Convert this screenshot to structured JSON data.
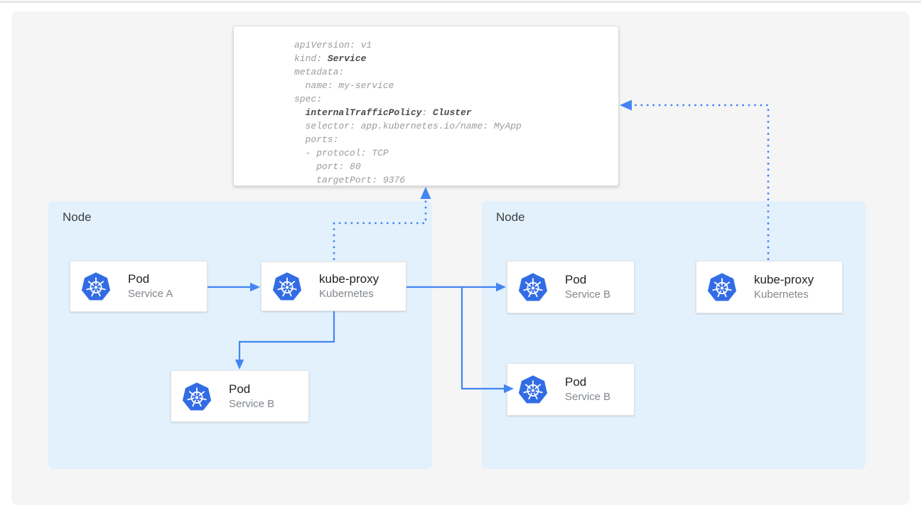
{
  "yaml_card": {
    "l1": "apiVersion: v1",
    "l2_normal": "kind: ",
    "l2_bold": "Service",
    "l3": "metadata:",
    "l4": "  name: my-service",
    "l5": "spec:",
    "l6_indent": "  ",
    "l6_bold_key": "internalTrafficPolicy",
    "l6_sep": ": ",
    "l6_bold_val": "Cluster",
    "l7": "  selector: app.kubernetes.io/name: MyApp",
    "l8": "  ports:",
    "l9": "  - protocol: TCP",
    "l10": "    port: 80",
    "l11": "    targetPort: 9376"
  },
  "nodes": {
    "left": {
      "label": "Node"
    },
    "right": {
      "label": "Node"
    }
  },
  "cards": {
    "pod_service_a": {
      "title": "Pod",
      "subtitle": "Service A"
    },
    "kube_proxy_left": {
      "title": "kube-proxy",
      "subtitle": "Kubernetes"
    },
    "pod_service_b_left": {
      "title": "Pod",
      "subtitle": "Service B"
    },
    "pod_service_b_right_top": {
      "title": "Pod",
      "subtitle": "Service B"
    },
    "pod_service_b_right_bottom": {
      "title": "Pod",
      "subtitle": "Service B"
    },
    "kube_proxy_right": {
      "title": "kube-proxy",
      "subtitle": "Kubernetes"
    }
  },
  "icons": {
    "kubernetes": "kubernetes-helm-wheel"
  },
  "colors": {
    "arrow_blue": "#4285f4",
    "kubernetes_blue": "#326ce5",
    "node_bg": "#e3f1fd",
    "canvas_bg": "#f5f5f6",
    "code_text": "#9b9b9b",
    "code_bold_text": "#4a4a4a"
  }
}
